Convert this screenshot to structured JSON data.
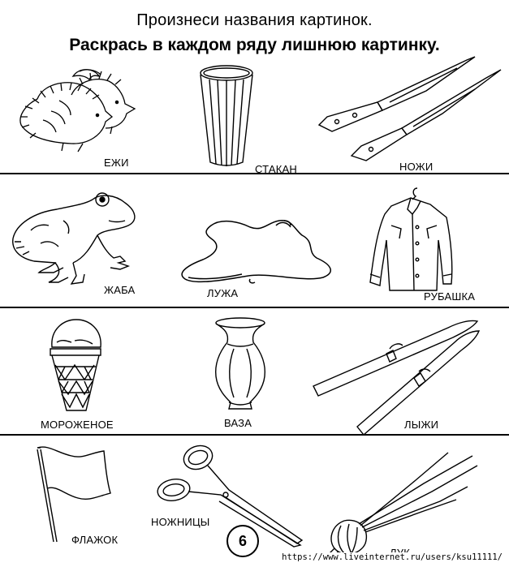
{
  "header": {
    "line1": "Произнеси названия картинок.",
    "line2": "Раскрась в каждом ряду лишнюю картинку."
  },
  "rows": [
    {
      "items": [
        {
          "label": "ЕЖИ",
          "icon": "hedgehogs-icon"
        },
        {
          "label": "СТАКАН",
          "icon": "glass-icon"
        },
        {
          "label": "НОЖИ",
          "icon": "knives-icon"
        }
      ]
    },
    {
      "items": [
        {
          "label": "ЖАБА",
          "icon": "toad-icon"
        },
        {
          "label": "ЛУЖА",
          "icon": "puddle-icon"
        },
        {
          "label": "РУБАШКА",
          "icon": "shirt-icon"
        }
      ]
    },
    {
      "items": [
        {
          "label": "МОРОЖЕНОЕ",
          "icon": "ice-cream-icon"
        },
        {
          "label": "ВАЗА",
          "icon": "vase-icon"
        },
        {
          "label": "ЛЫЖИ",
          "icon": "skis-icon"
        }
      ]
    },
    {
      "items": [
        {
          "label": "ФЛАЖОК",
          "icon": "flag-icon"
        },
        {
          "label": "НОЖНИЦЫ",
          "icon": "scissors-icon"
        },
        {
          "label": "ЛУК",
          "icon": "onion-icon"
        }
      ]
    }
  ],
  "page_number": "6",
  "footer_url": "https://www.liveinternet.ru/users/ksu11111/"
}
